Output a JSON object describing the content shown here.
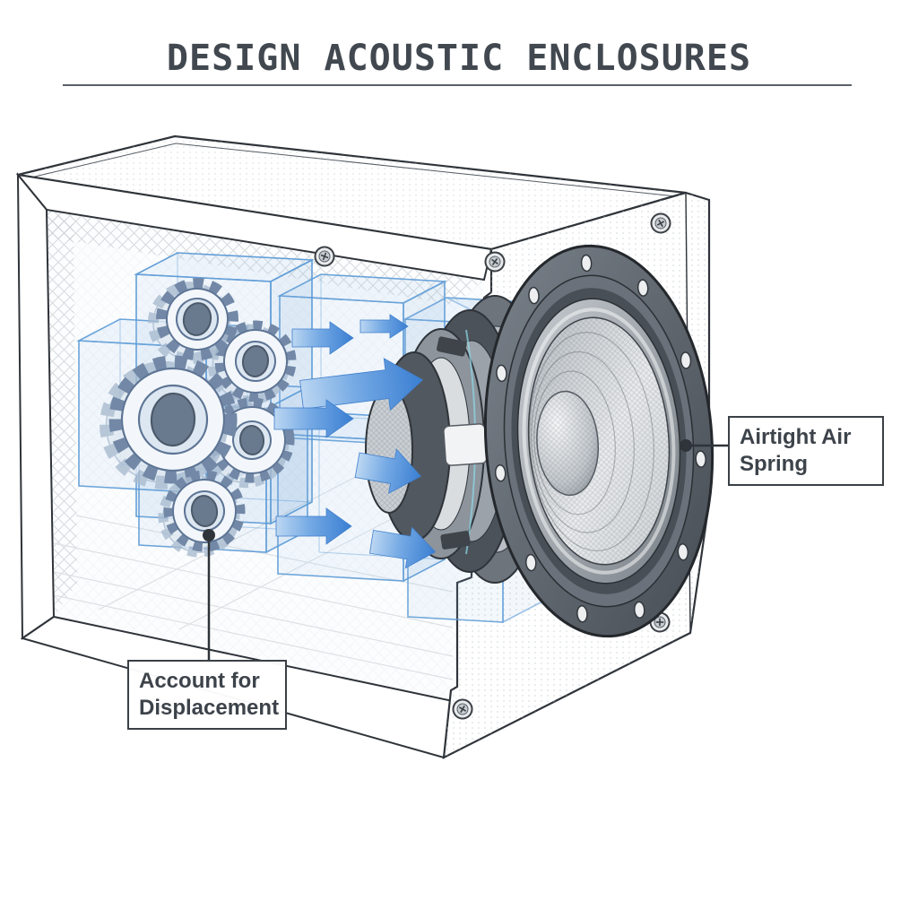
{
  "title": {
    "text": "DESIGN ACOUSTIC ENCLOSURES"
  },
  "callouts": {
    "airtight": {
      "label": "Airtight Air Spring",
      "target": "woofer surround / sealed-box air spring"
    },
    "displacement": {
      "label": "Account for Displacement",
      "target": "internal gear mechanism volume"
    }
  },
  "illustration": {
    "description": "Cutaway isometric technical illustration of a sealed loudspeaker enclosure: a gear train inside translucent volume blocks displaces air, shown by blue arrows pressing toward the rear of a large woofer mounted on the front baffle.",
    "elements": [
      "enclosure-cutaway",
      "gear-train",
      "translucent-volume-blocks",
      "airflow-arrows",
      "woofer-driver",
      "magnet-assembly",
      "mounting-screws"
    ],
    "colors": {
      "arrow_blue": "#3a7ed2",
      "arrow_blue_light": "#bcd7f2",
      "wireframe_blue": "#5b9ad6",
      "gear_line_blue": "#5d7494",
      "outline_dark": "#2f343a",
      "rim_gray": "#565d65",
      "cone_gray": "#d6dadd",
      "title_gray": "#42484f"
    }
  }
}
